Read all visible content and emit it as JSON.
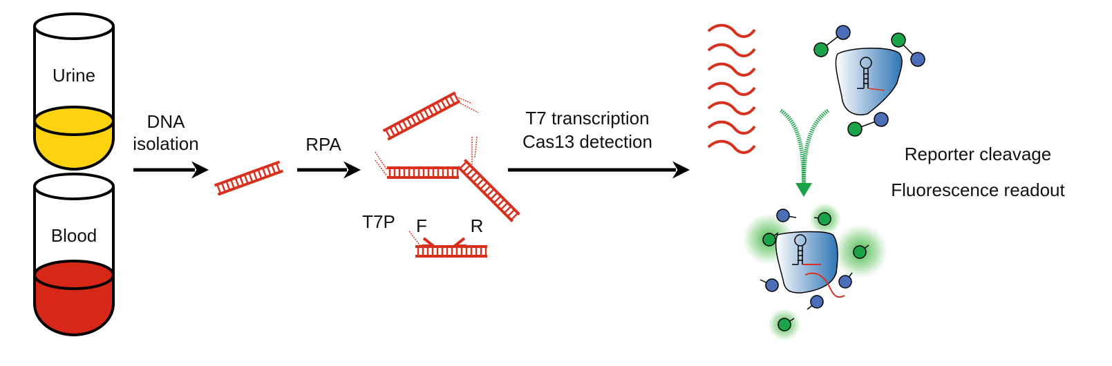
{
  "samples": {
    "urine": "Urine",
    "blood": "Blood"
  },
  "steps": {
    "dna_isolation": [
      "DNA",
      "isolation"
    ],
    "rpa": "RPA",
    "transcription": [
      "T7 transcription",
      "Cas13 detection"
    ],
    "readout": [
      "Reporter cleavage",
      "Fluorescence readout"
    ]
  },
  "primers": {
    "t7p": "T7P",
    "forward": "F",
    "reverse": "R"
  },
  "colors": {
    "urine": "#FDD30F",
    "blood": "#D62718",
    "dna": "#D9301E",
    "fluorophore": "#1BA34A",
    "quencher": "#4C6DB8",
    "cas13": "#3C7FC0"
  }
}
